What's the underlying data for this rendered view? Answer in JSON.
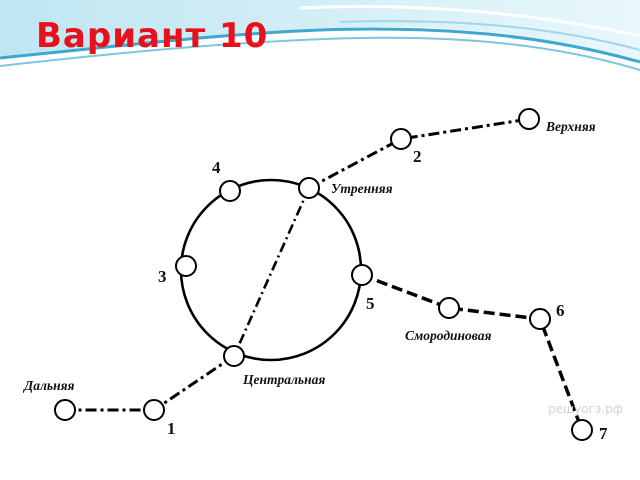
{
  "slide": {
    "title": "Вариант 10"
  },
  "watermark": "решуогэ.рф",
  "stations": {
    "verkhnyaya": "Верхняя",
    "utrennyaya": "Утренняя",
    "smorodinovaya": "Смородиновая",
    "tsentralnaya": "Центральная",
    "dalnyaya": "Дальняя"
  },
  "numbers": {
    "n1": "1",
    "n2": "2",
    "n3": "3",
    "n4": "4",
    "n5": "5",
    "n6": "6",
    "n7": "7"
  }
}
